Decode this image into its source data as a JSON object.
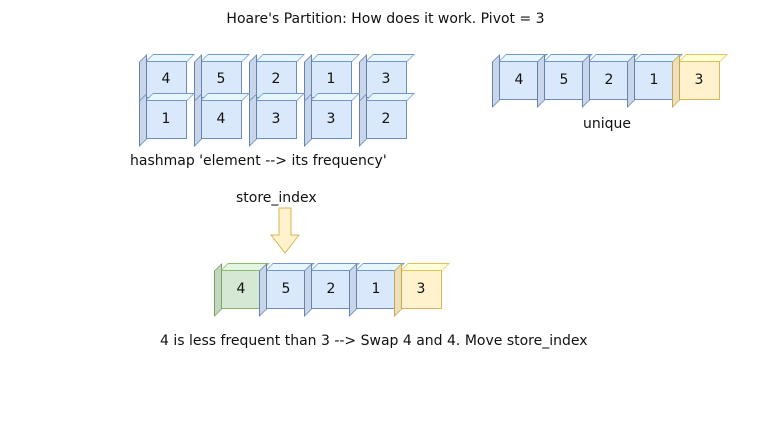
{
  "title": "Hoare's Partition: How does it work. Pivot = 3",
  "hashmap": {
    "keys": [
      "4",
      "5",
      "2",
      "1",
      "3"
    ],
    "counts": [
      "1",
      "4",
      "3",
      "3",
      "2"
    ],
    "caption": "hashmap 'element --> its frequency'"
  },
  "unique": {
    "values": [
      "4",
      "5",
      "2",
      "1",
      "3"
    ],
    "label": "unique"
  },
  "store_index_label": "store_index",
  "partition": {
    "values": [
      "4",
      "5",
      "2",
      "1",
      "3"
    ]
  },
  "footer_caption": "4 is less frequent than 3 --> Swap 4 and 4. Move store_index",
  "colors": {
    "default_cell": "#dae8fc",
    "pivot_cell": "#fff2cc",
    "store_index_cell": "#d5e8d4",
    "arrow": "#fff2cc"
  }
}
